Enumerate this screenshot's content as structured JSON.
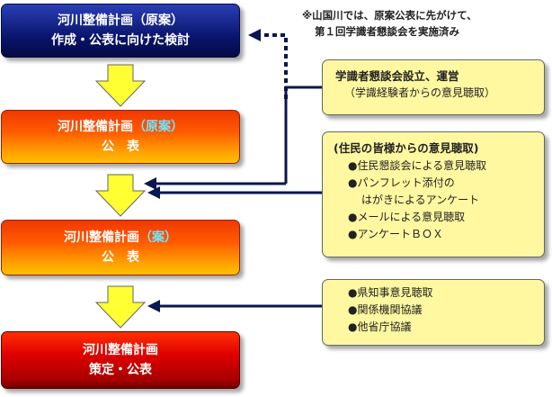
{
  "note": {
    "line1": "※山国川では、原案公表に先がけて、",
    "line2": "第１回学識者懇談会を実施済み"
  },
  "steps": [
    {
      "title": "河川整備計画（原案）",
      "subtitle": "作成・公表に向けた検討"
    },
    {
      "title_main": "河川整備計画",
      "title_highlight": "（原案）",
      "subtitle": "公　表"
    },
    {
      "title_main": "河川整備計画",
      "title_highlight": "（案）",
      "subtitle": "公　表"
    },
    {
      "title": "河川整備計画",
      "subtitle": "策定・公表"
    }
  ],
  "inputs": [
    {
      "title": "学識者懇談会設立、運営",
      "subtitle": "（学識経験者からの意見聴取）"
    },
    {
      "title": "(住民の皆様からの意見聴取)",
      "items": [
        "●住民懇談会による意見聴取",
        "●パンフレット添付の",
        "はがきによるアンケート",
        "●メールによる意見聴取",
        "●アンケートＢＯＸ"
      ]
    },
    {
      "items": [
        "●県知事意見聴取",
        "●関係機関協議",
        "●他省庁協議"
      ]
    }
  ],
  "colors": {
    "box_blue": "#0a166f",
    "box_orange": "#ff7a00",
    "box_red": "#d00000",
    "highlight": "#6fe6ff",
    "arrow_yellow": "#ffff33",
    "input_box": "#fff8a0"
  }
}
